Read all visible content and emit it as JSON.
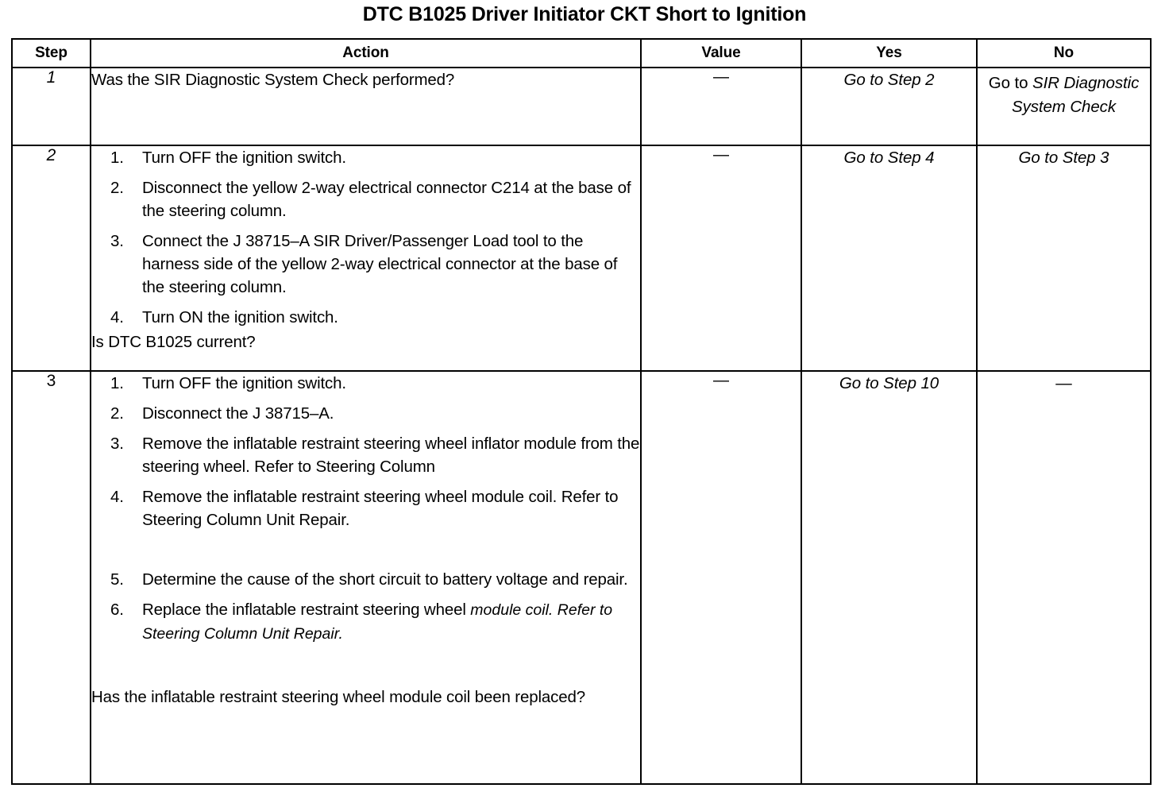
{
  "document": {
    "title": "DTC B1025 Driver Initiator CKT Short to Ignition"
  },
  "table": {
    "headers": {
      "step": "Step",
      "action": "Action",
      "value": "Value",
      "yes": "Yes",
      "no": "No"
    },
    "rows": [
      {
        "step": "1",
        "lead": "Was the SIR Diagnostic System Check performed?",
        "items": [],
        "tail": "",
        "value": "—",
        "yes": "Go to Step 2",
        "no_prefix": "Go to ",
        "no_emphasis": "SIR Diagnostic System Check"
      },
      {
        "step": "2",
        "lead": "",
        "items": [
          {
            "num": "1.",
            "text": "Turn OFF the ignition switch."
          },
          {
            "num": "2.",
            "text": "Disconnect the yellow 2-way electrical connector C214 at the base of the steering column."
          },
          {
            "num": "3.",
            "text": "Connect the J 38715–A SIR Driver/Passenger Load tool to the harness side of the yellow 2-way electrical connector at the base of the steering column."
          },
          {
            "num": "4.",
            "text": "Turn ON the ignition switch."
          }
        ],
        "tail": "Is DTC B1025 current?",
        "value": "—",
        "yes": "Go to Step 4",
        "no": "Go to Step 3"
      },
      {
        "step": "3",
        "lead": "",
        "items": [
          {
            "num": "1.",
            "text": "Turn OFF the ignition switch."
          },
          {
            "num": "2.",
            "text": "Disconnect the J 38715–A."
          },
          {
            "num": "3.",
            "text": "Remove the inflatable restraint steering wheel inflator module from the steering wheel. Refer to Steering Column"
          },
          {
            "num": "4.",
            "text": "Remove the inflatable restraint steering wheel module coil. Refer to Steering Column Unit Repair."
          },
          {
            "num": "5.",
            "text": "Determine the cause of the short circuit to battery voltage and repair."
          },
          {
            "num": "6.",
            "text": "Replace the inflatable restraint steering wheel ",
            "text_alt": "module coil. Refer to Steering Column Unit Repair."
          }
        ],
        "tail": "Has the inflatable restraint steering wheel module coil been replaced?",
        "value": "—",
        "yes": "Go to Step 10",
        "no": "—"
      }
    ]
  }
}
